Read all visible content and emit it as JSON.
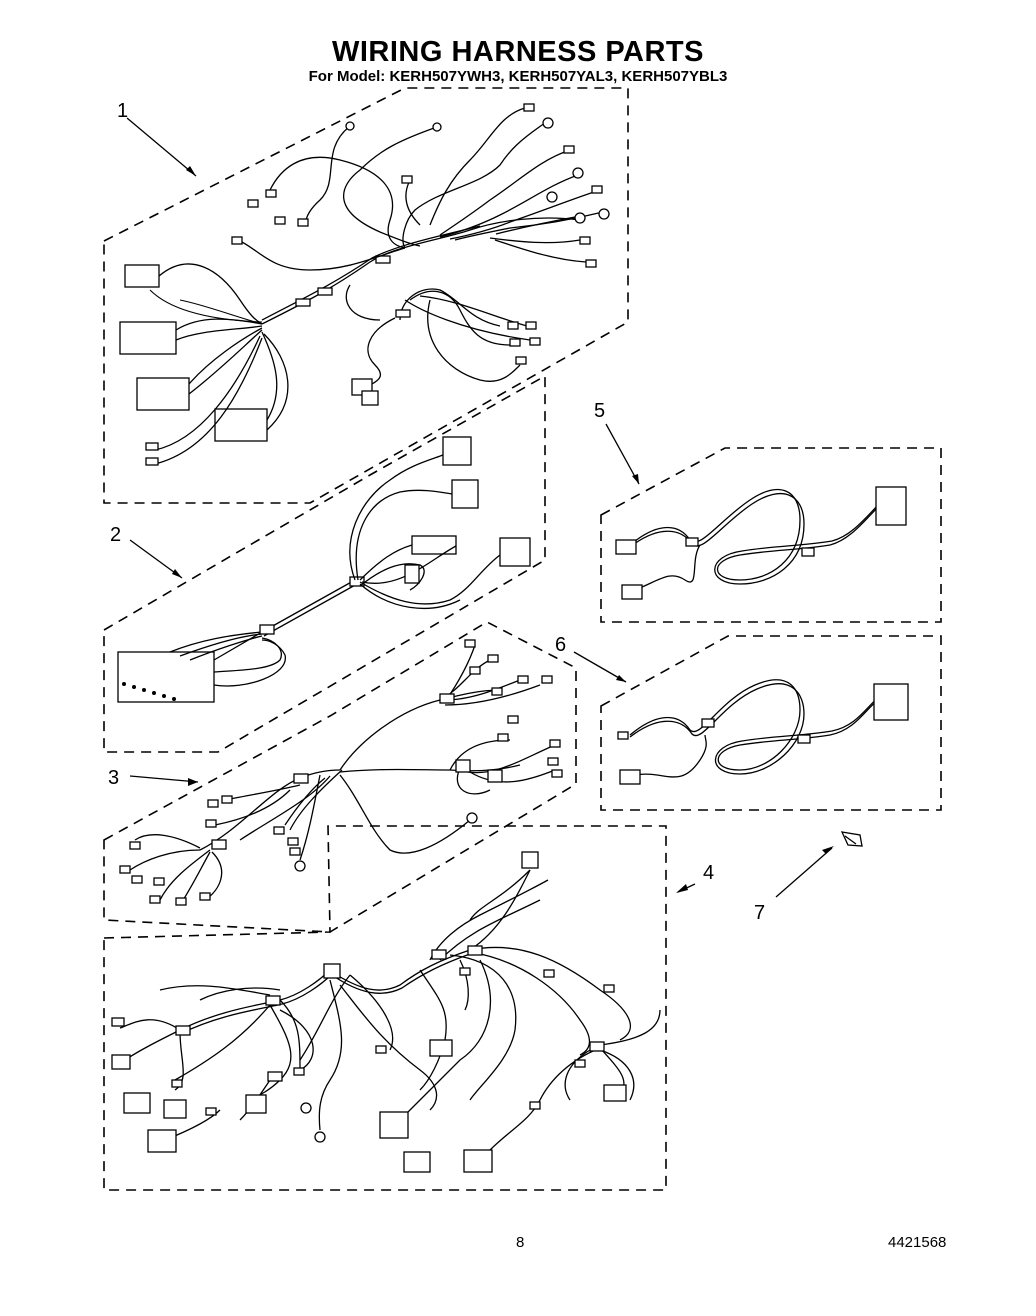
{
  "header": {
    "title": "WIRING HARNESS PARTS",
    "subtitle": "For Model: KERH507YWH3, KERH507YAL3, KERH507YBL3"
  },
  "callouts": [
    "1",
    "2",
    "3",
    "4",
    "5",
    "6",
    "7"
  ],
  "footer": {
    "page_number": "8",
    "document_number": "4421568"
  }
}
